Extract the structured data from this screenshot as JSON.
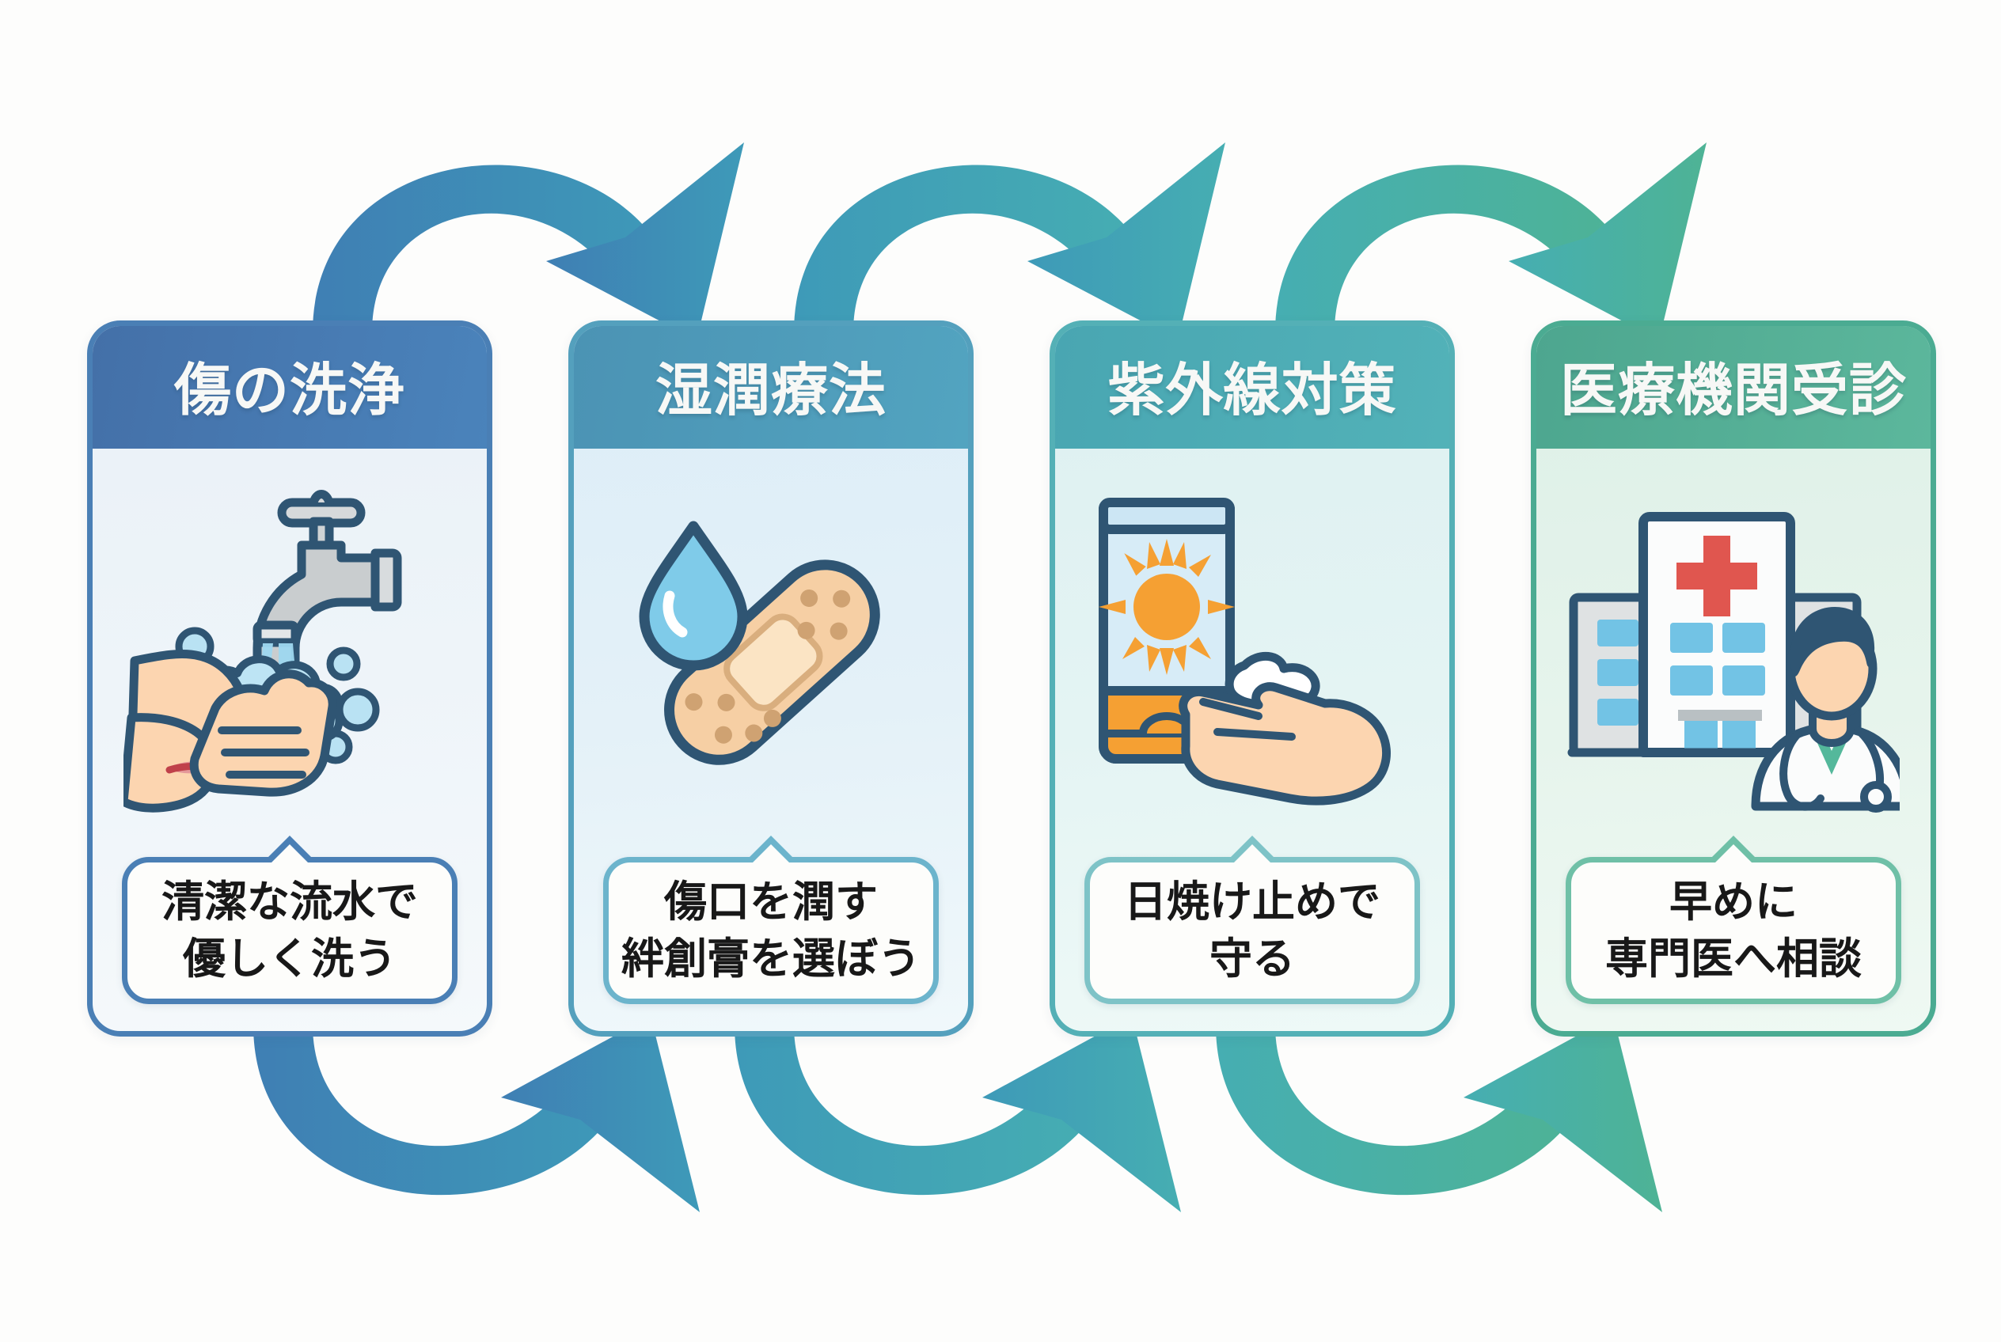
{
  "page": {
    "background": "#fdfdfc",
    "type": "infographic-flow",
    "step_count": 4
  },
  "steps": [
    {
      "id": "step-1",
      "title": "傷の洗浄",
      "caption_lines": [
        "清潔な流水で",
        "優しく洗う"
      ],
      "header_color": "#4a7fb5",
      "body_color": "#e9f1f7",
      "icon_name": "faucet-handwashing-icon"
    },
    {
      "id": "step-2",
      "title": "湿潤療法",
      "caption_lines": [
        "傷口を潤す",
        "絆創膏を選ぼう"
      ],
      "header_color": "#52a4c0",
      "body_color": "#dcedf7",
      "icon_name": "bandage-droplet-icon"
    },
    {
      "id": "step-3",
      "title": "紫外線対策",
      "caption_lines": [
        "日焼け止めで",
        "守る"
      ],
      "header_color": "#52b2b8",
      "body_color": "#ddf0f2",
      "icon_name": "sunscreen-tube-hand-icon"
    },
    {
      "id": "step-4",
      "title": "医療機関受診",
      "caption_lines": [
        "早めに",
        "専門医へ相談"
      ],
      "header_color": "#4bab92",
      "body_color": "#ddf0e7",
      "icon_name": "hospital-doctor-icon"
    }
  ],
  "arrows": {
    "top": [
      {
        "id": "arrow-top-1",
        "from": "step-1",
        "to": "step-2",
        "color_start": "#3f7fb4",
        "color_end": "#3e9ab8"
      },
      {
        "id": "arrow-top-2",
        "from": "step-2",
        "to": "step-3",
        "color_start": "#3e9ab8",
        "color_end": "#46aeb2"
      },
      {
        "id": "arrow-top-3",
        "from": "step-3",
        "to": "step-4",
        "color_start": "#46aeb2",
        "color_end": "#4eb395"
      }
    ],
    "bottom": [
      {
        "id": "arrow-bottom-1",
        "from": "step-1",
        "to": "step-2",
        "color_start": "#3f7fb4",
        "color_end": "#3e9ab8"
      },
      {
        "id": "arrow-bottom-2",
        "from": "step-2",
        "to": "step-3",
        "color_start": "#3e9ab8",
        "color_end": "#46aeb2"
      },
      {
        "id": "arrow-bottom-3",
        "from": "step-3",
        "to": "step-4",
        "color_start": "#46aeb2",
        "color_end": "#4eb395"
      }
    ]
  },
  "palette": {
    "outline": "#2f5573",
    "skin": "#fbd3ae",
    "skin_light": "#fde2c6",
    "water": "#8fd2ef",
    "water_light": "#bfe6f5",
    "metal": "#c9cdcf",
    "metal_light": "#e3e6e8",
    "bandage": "#f6cfa4",
    "bandage_pad": "#fbe4c4",
    "bandage_dot": "#cfa272",
    "orange": "#f5a033",
    "orange_dark": "#ef9021",
    "red_cross": "#e0564f",
    "wound_red": "#c9424a",
    "wound_pink": "#e08a8c",
    "white": "#ffffff",
    "window_blue": "#72c3e5",
    "building_grey": "#dfe2e3",
    "coat_white": "#fbfcfc",
    "hair": "#2f5573",
    "scrub_green": "#54b89b"
  }
}
